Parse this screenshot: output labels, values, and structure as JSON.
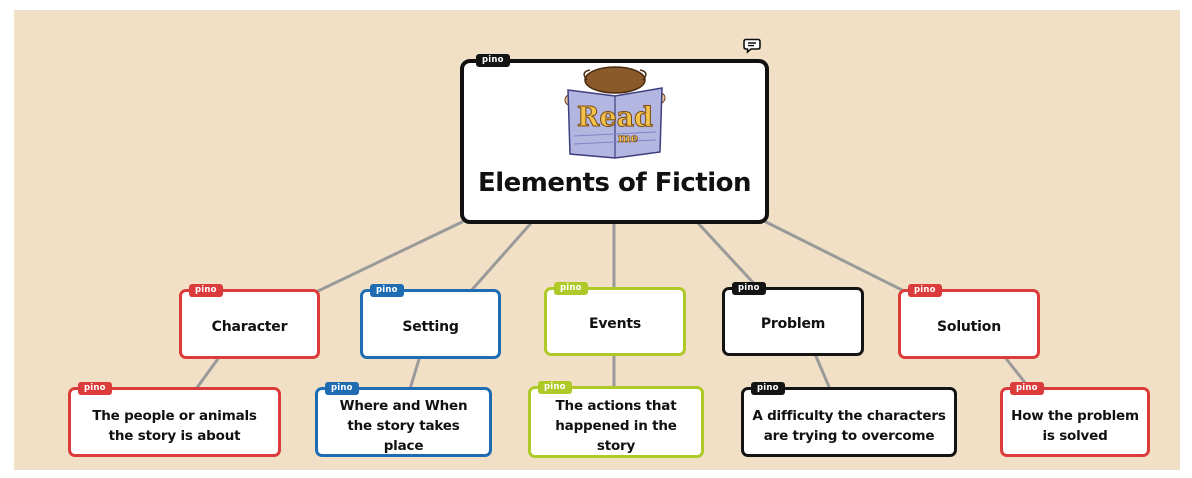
{
  "root": {
    "title": "Elements of Fiction",
    "tag": "pino",
    "image_text": "Read me"
  },
  "nodes": [
    {
      "label": "Character",
      "tag": "pino",
      "color": "#dc3b3b",
      "child": {
        "label": "The people or animals the story is about",
        "tag": "pino"
      }
    },
    {
      "label": "Setting",
      "tag": "pino",
      "color": "#1f6cb3",
      "child": {
        "label": "Where and When the story takes place",
        "tag": "pino"
      }
    },
    {
      "label": "Events",
      "tag": "pino",
      "color": "#afca28",
      "child": {
        "label": "The actions that happened in the story",
        "tag": "pino"
      }
    },
    {
      "label": "Problem",
      "tag": "pino",
      "color": "#141414",
      "child": {
        "label": "A difficulty the characters are trying to overcome",
        "tag": "pino"
      }
    },
    {
      "label": "Solution",
      "tag": "pino",
      "color": "#dc3b3b",
      "child": {
        "label": "How the problem is solved",
        "tag": "pino"
      }
    }
  ],
  "icons": {
    "comment": "speech-bubble-icon",
    "image": "read-me-book-illustration"
  },
  "colors": {
    "background": "#f1e0c5",
    "connector": "#9a9a9a"
  }
}
